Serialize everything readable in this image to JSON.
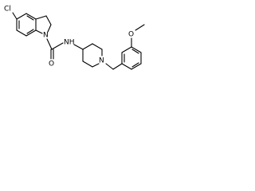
{
  "atoms": {
    "chlorine": "Cl",
    "indoline_nitrogen": "N",
    "carbonyl_oxygen": "O",
    "amide_nh": "NH",
    "piperidine_nitrogen": "N",
    "methoxy_oxygen": "O"
  }
}
